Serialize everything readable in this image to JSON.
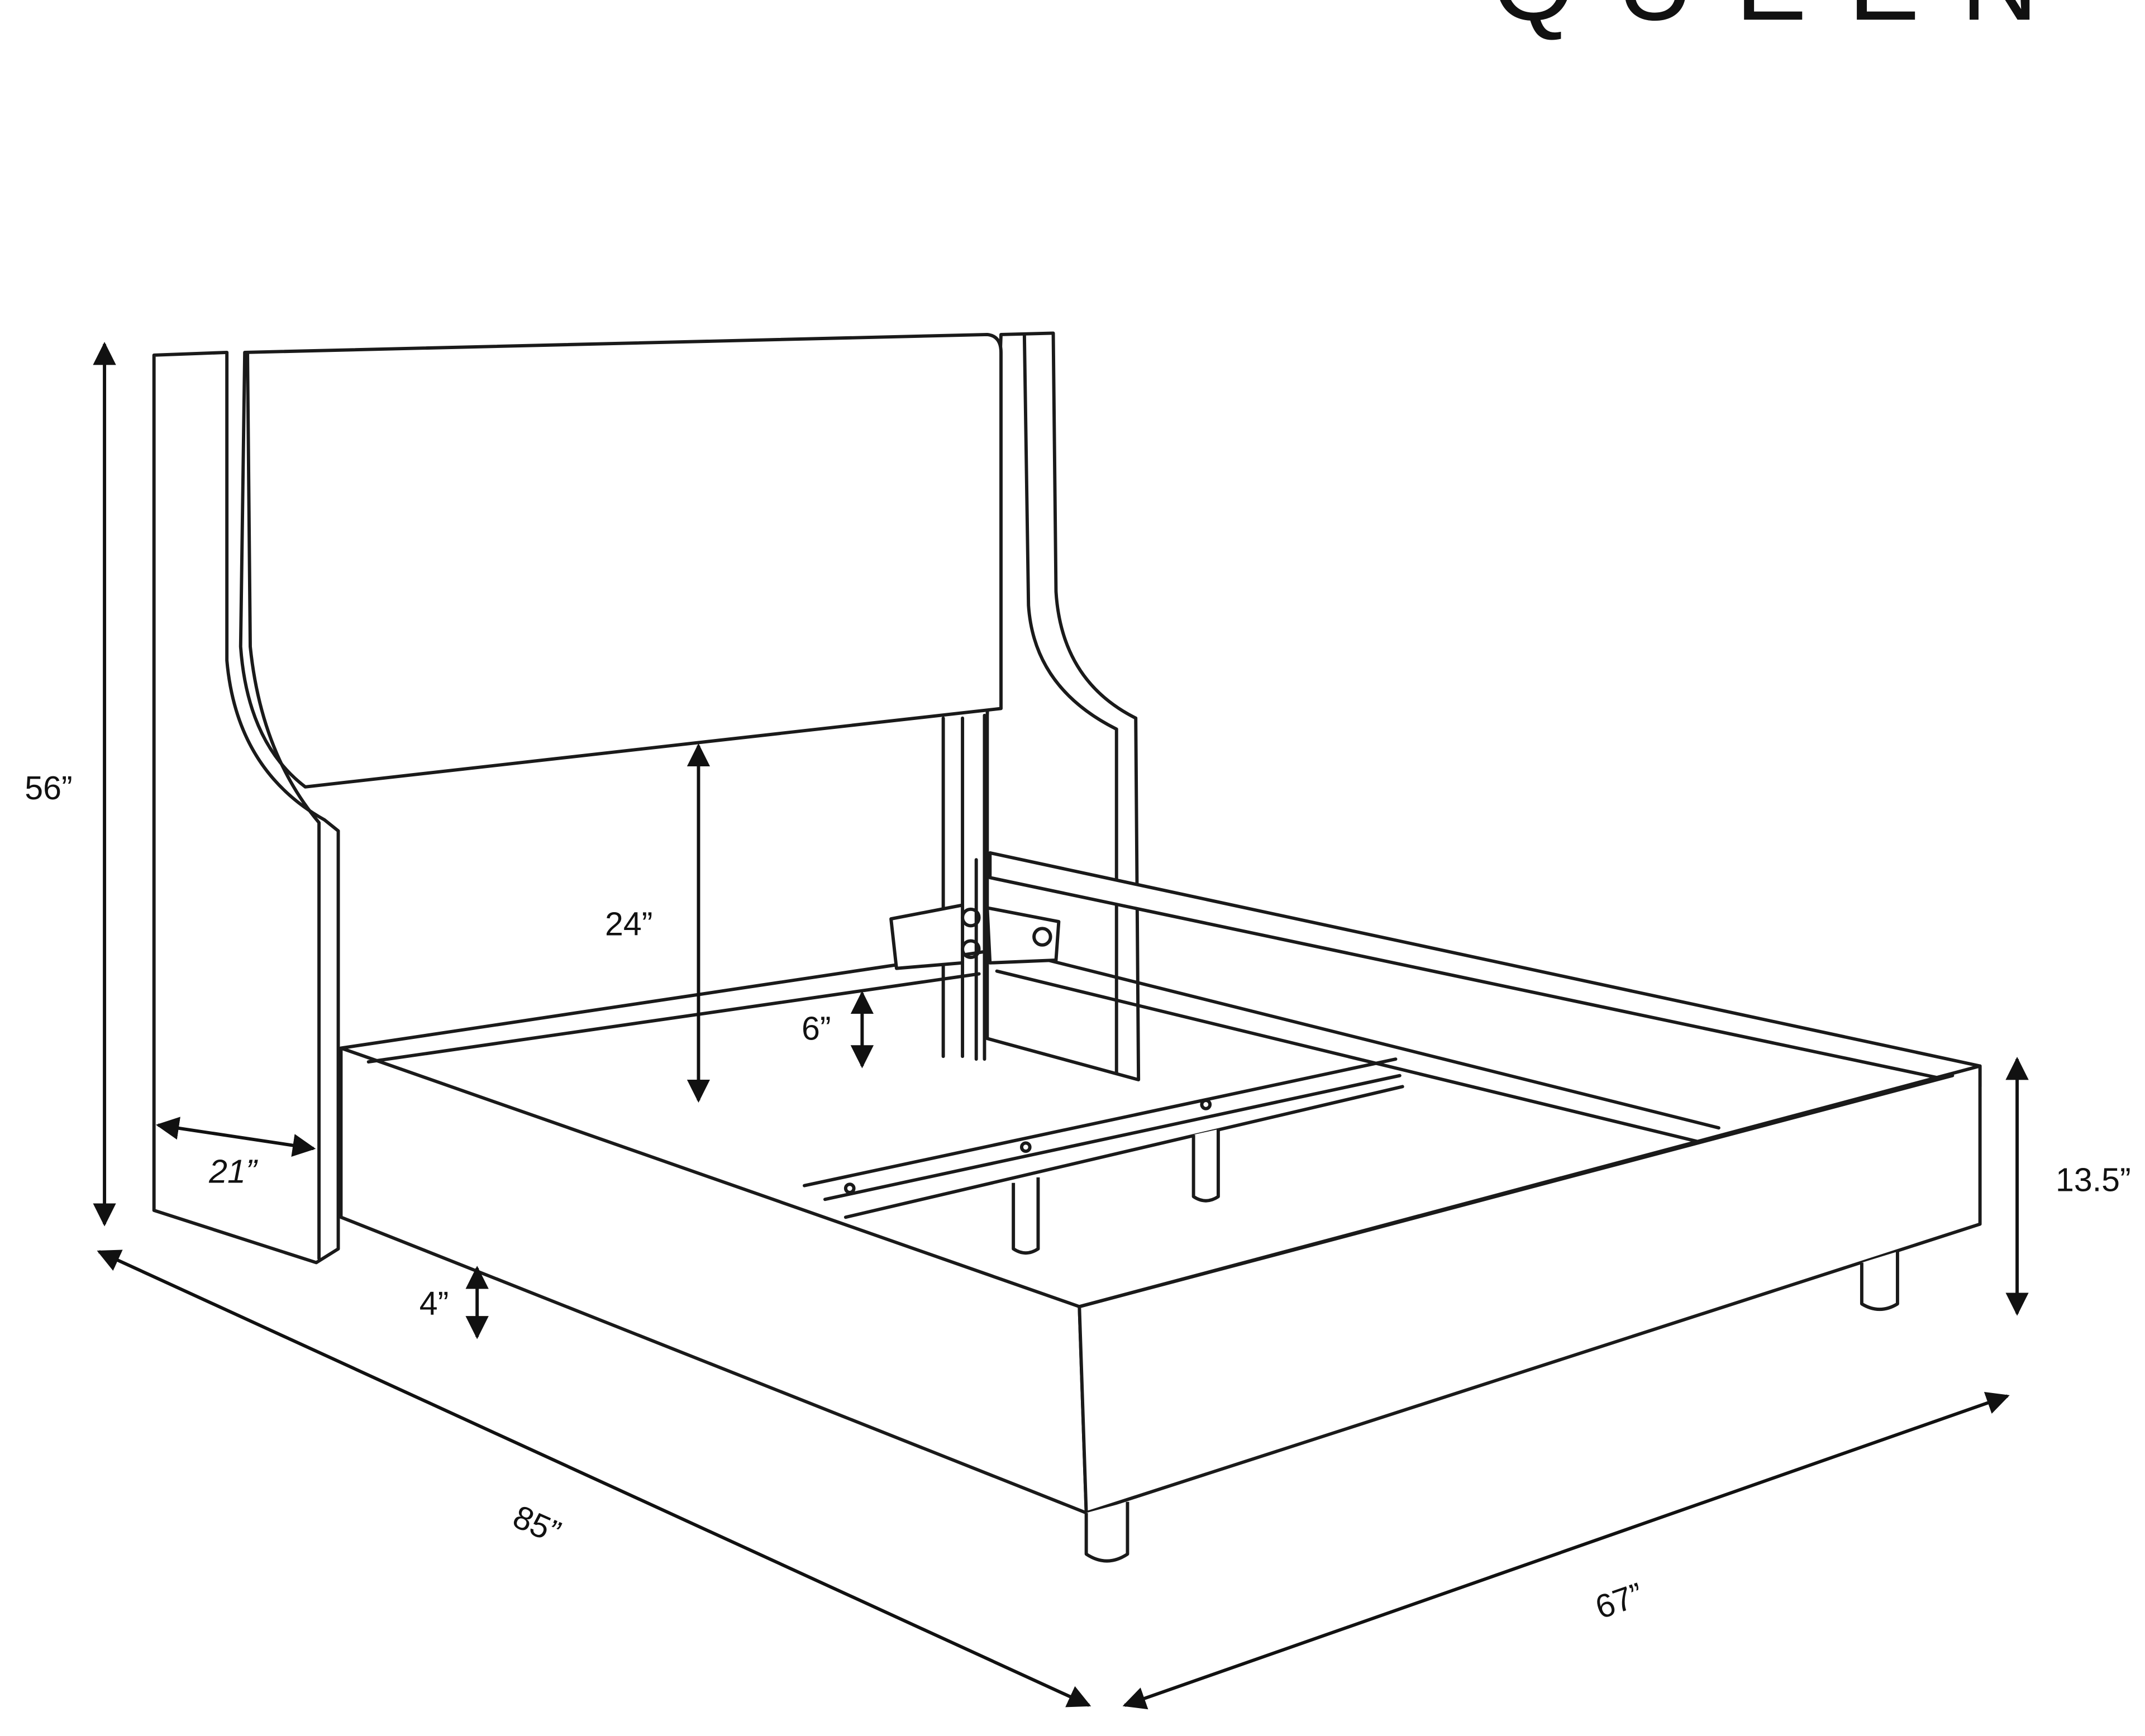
{
  "title": "QUEEN",
  "dimensions": {
    "overall_height": "56”",
    "wing_depth": "21”",
    "headboard_exposed": "24”",
    "rail_gap": "6”",
    "clearance": "4”",
    "frame_height": "13.5”",
    "length": "85”",
    "width": "67”"
  },
  "colors": {
    "line": "#1a1a1a",
    "background": "#ffffff"
  }
}
